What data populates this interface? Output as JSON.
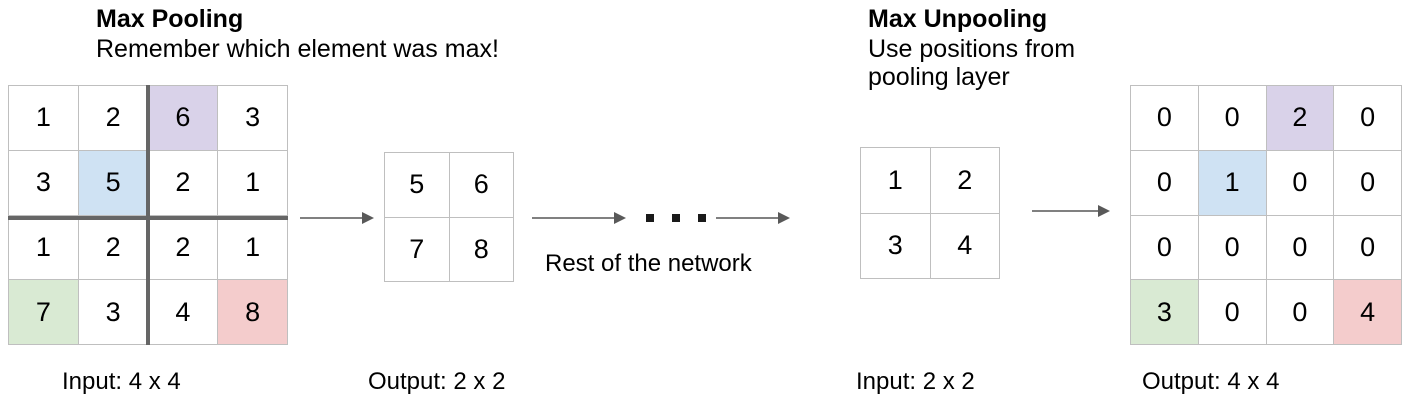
{
  "pooling": {
    "title": "Max Pooling",
    "subtitle": "Remember which element was max!",
    "input_caption": "Input: 4 x 4",
    "output_caption": "Output: 2 x 2",
    "input_grid": {
      "rows": 4,
      "cols": 4,
      "cells": [
        {
          "value": "1",
          "fill": "#ffffff"
        },
        {
          "value": "2",
          "fill": "#ffffff"
        },
        {
          "value": "6",
          "fill": "#d9d2e9"
        },
        {
          "value": "3",
          "fill": "#ffffff"
        },
        {
          "value": "3",
          "fill": "#ffffff"
        },
        {
          "value": "5",
          "fill": "#cfe2f3"
        },
        {
          "value": "2",
          "fill": "#ffffff"
        },
        {
          "value": "1",
          "fill": "#ffffff"
        },
        {
          "value": "1",
          "fill": "#ffffff"
        },
        {
          "value": "2",
          "fill": "#ffffff"
        },
        {
          "value": "2",
          "fill": "#ffffff"
        },
        {
          "value": "1",
          "fill": "#ffffff"
        },
        {
          "value": "7",
          "fill": "#d9ead3"
        },
        {
          "value": "3",
          "fill": "#ffffff"
        },
        {
          "value": "4",
          "fill": "#ffffff"
        },
        {
          "value": "8",
          "fill": "#f4cccc"
        }
      ]
    },
    "output_grid": {
      "rows": 2,
      "cols": 2,
      "cells": [
        {
          "value": "5",
          "fill": "#ffffff"
        },
        {
          "value": "6",
          "fill": "#ffffff"
        },
        {
          "value": "7",
          "fill": "#ffffff"
        },
        {
          "value": "8",
          "fill": "#ffffff"
        }
      ]
    }
  },
  "network": {
    "label": "Rest of the network",
    "ellipsis_count": 3
  },
  "unpooling": {
    "title": "Max Unpooling",
    "subtitle_line1": "Use positions from",
    "subtitle_line2": "pooling layer",
    "input_caption": "Input: 2 x 2",
    "output_caption": "Output: 4 x 4",
    "input_grid": {
      "rows": 2,
      "cols": 2,
      "cells": [
        {
          "value": "1",
          "fill": "#ffffff"
        },
        {
          "value": "2",
          "fill": "#ffffff"
        },
        {
          "value": "3",
          "fill": "#ffffff"
        },
        {
          "value": "4",
          "fill": "#ffffff"
        }
      ]
    },
    "output_grid": {
      "rows": 4,
      "cols": 4,
      "cells": [
        {
          "value": "0",
          "fill": "#ffffff"
        },
        {
          "value": "0",
          "fill": "#ffffff"
        },
        {
          "value": "2",
          "fill": "#d9d2e9"
        },
        {
          "value": "0",
          "fill": "#ffffff"
        },
        {
          "value": "0",
          "fill": "#ffffff"
        },
        {
          "value": "1",
          "fill": "#cfe2f3"
        },
        {
          "value": "0",
          "fill": "#ffffff"
        },
        {
          "value": "0",
          "fill": "#ffffff"
        },
        {
          "value": "0",
          "fill": "#ffffff"
        },
        {
          "value": "0",
          "fill": "#ffffff"
        },
        {
          "value": "0",
          "fill": "#ffffff"
        },
        {
          "value": "0",
          "fill": "#ffffff"
        },
        {
          "value": "3",
          "fill": "#d9ead3"
        },
        {
          "value": "0",
          "fill": "#ffffff"
        },
        {
          "value": "0",
          "fill": "#ffffff"
        },
        {
          "value": "4",
          "fill": "#f4cccc"
        }
      ]
    }
  },
  "colors": {
    "highlight_purple": "#d9d2e9",
    "highlight_blue": "#cfe2f3",
    "highlight_green": "#d9ead3",
    "highlight_red": "#f4cccc",
    "cell_border": "#bfbfbf",
    "divider": "#666666",
    "arrow": "#808080",
    "background": "#ffffff"
  }
}
